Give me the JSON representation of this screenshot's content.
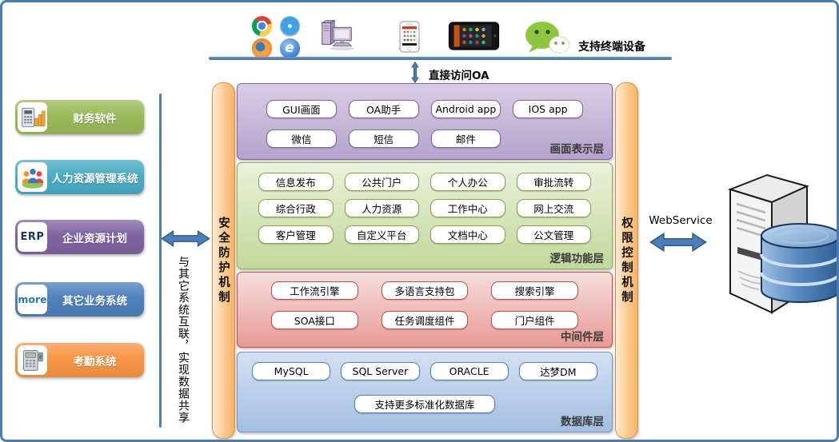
{
  "top": {
    "terminal_label": "支持终端设备",
    "direct_access": "直接访问OA",
    "device_icons": [
      "chrome",
      "safari",
      "firefox",
      "ie",
      "desktop-pc",
      "smartphone",
      "tablet",
      "wechat"
    ]
  },
  "note": "与其它系统互联，实现数据共享",
  "bars": {
    "security": "安全防护机制",
    "permission": "权限控制机制"
  },
  "right": {
    "webservice": "WebService",
    "server_icon": "server-database"
  },
  "left_systems": [
    {
      "label": "财务软件",
      "color": "#9BBB59",
      "icon": "finance-calculator-chart"
    },
    {
      "label": "人力资源管理系统",
      "color": "#4BACC6",
      "icon": "hr-people"
    },
    {
      "label": "企业资源计划",
      "color": "#8064A2",
      "icon_text": "ERP"
    },
    {
      "label": "其它业务系统",
      "color": "#4F81BD",
      "icon_text": "more"
    },
    {
      "label": "考勤系统",
      "color": "#F79646",
      "icon": "attendance-device"
    }
  ],
  "layers": [
    {
      "name": "画面表示层",
      "accent": "#8064A2",
      "rows": [
        [
          "GUI画面",
          "OA助手",
          "Android app",
          "IOS app"
        ],
        [
          "微信",
          "短信",
          "邮件"
        ]
      ]
    },
    {
      "name": "逻辑功能层",
      "accent": "#89A34D",
      "rows": [
        [
          "信息发布",
          "公共门户",
          "个人办公",
          "审批流转"
        ],
        [
          "综合行政",
          "人力资源",
          "工作中心",
          "网上交流"
        ],
        [
          "客户管理",
          "自定义平台",
          "文档中心",
          "公文管理"
        ]
      ]
    },
    {
      "name": "中间件层",
      "accent": "#C0504D",
      "rows": [
        [
          "工作流引擎",
          "多语言支持包",
          "搜索引擎"
        ],
        [
          "SOA接口",
          "任务调度组件",
          "门户组件"
        ]
      ]
    },
    {
      "name": "数据库层",
      "accent": "#4F81BD",
      "rows": [
        [
          "MySQL",
          "SQL Server",
          "ORACLE",
          "达梦DM"
        ],
        [
          "支持更多标准化数据库"
        ]
      ]
    }
  ]
}
